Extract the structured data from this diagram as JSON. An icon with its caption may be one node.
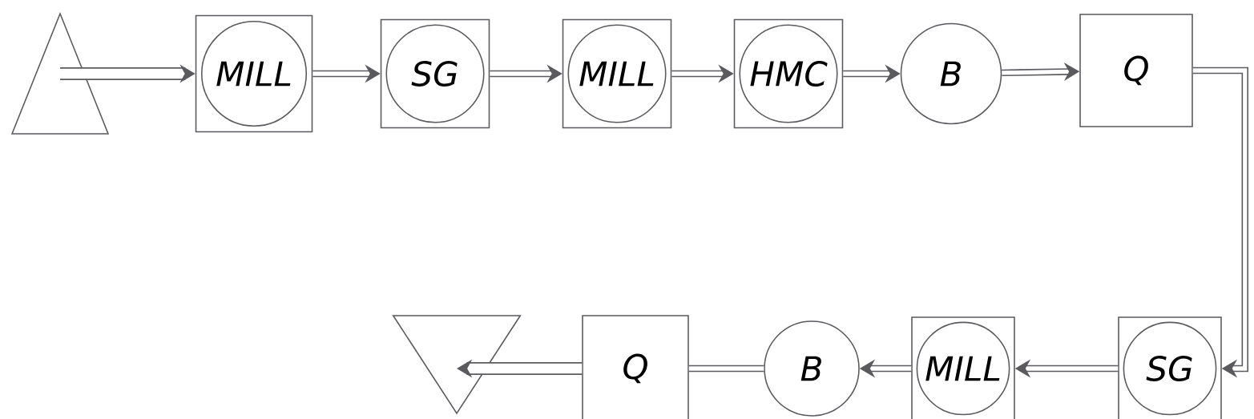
{
  "diagram": {
    "nodes": [
      {
        "text": [],
        "shape": "triangle"
      },
      {
        "text": [
          "MILL"
        ]
      },
      {
        "text": [
          "SG"
        ]
      },
      {
        "text": [
          "MILL"
        ]
      },
      {
        "text": [
          "HMC"
        ]
      },
      {
        "text": [
          "B"
        ]
      },
      {
        "text": [
          "Q"
        ]
      },
      {
        "text": [
          "SG"
        ]
      },
      {
        "text": [
          "MILL"
        ]
      },
      {
        "text": [
          "B"
        ]
      },
      {
        "text": [
          "Q"
        ]
      },
      {
        "text": [],
        "shape": "triangle"
      }
    ],
    "edges": [
      {
        "from": 0,
        "to": 1,
        "arrow": "to",
        "style": "thick"
      },
      {
        "from": 1,
        "to": 2,
        "arrow": "to"
      },
      {
        "from": 2,
        "to": 3,
        "arrow": "to"
      },
      {
        "from": 3,
        "to": 4,
        "arrow": "to"
      },
      {
        "from": 4,
        "to": 5,
        "arrow": "to"
      },
      {
        "from": 5,
        "to": 6,
        "arrow": "to"
      },
      {
        "from": 6,
        "to": 7,
        "arrow": "to"
      },
      {
        "from": 7,
        "to": 8,
        "arrow": "to"
      },
      {
        "from": 8,
        "to": 9,
        "arrow": "to"
      },
      {
        "from": 9,
        "to": 10,
        "arrow": "none"
      },
      {
        "from": 10,
        "to": 11,
        "arrow": "to",
        "style": "thick"
      }
    ]
  }
}
